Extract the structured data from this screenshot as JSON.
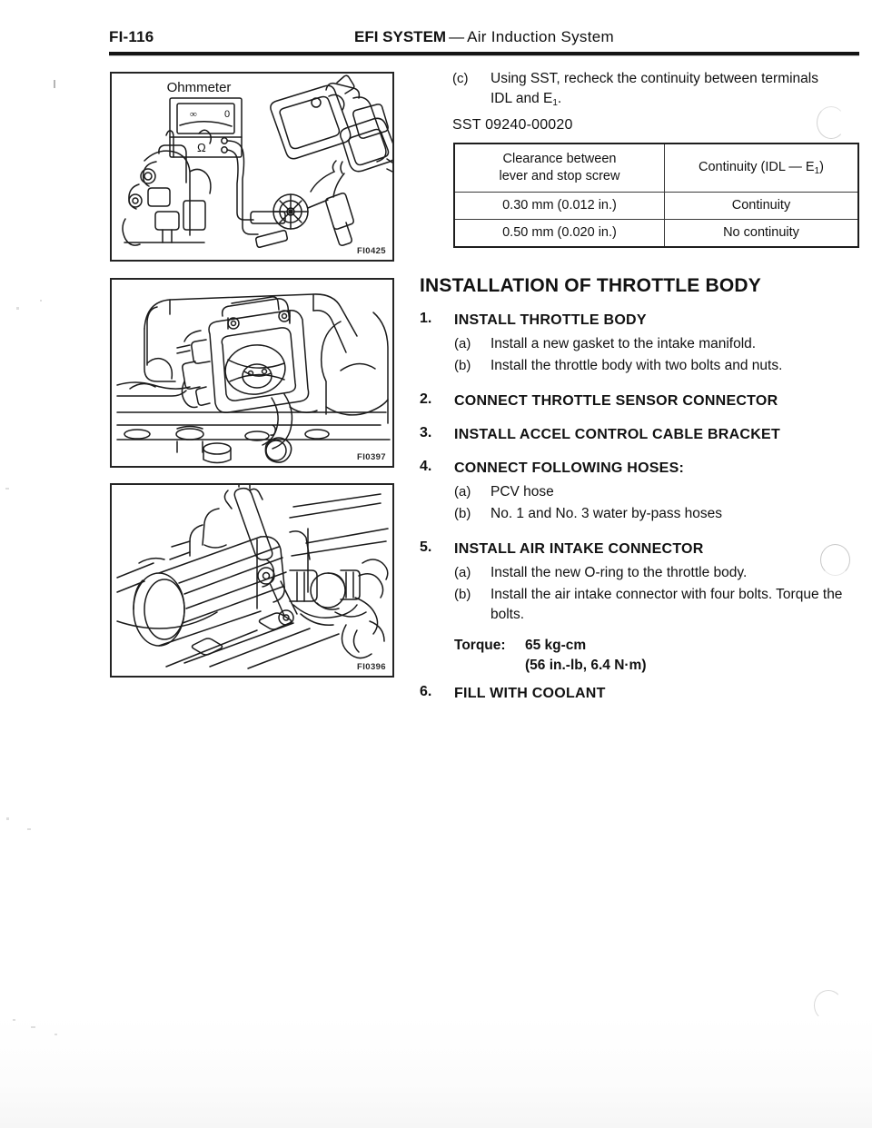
{
  "header": {
    "page_number": "FI-116",
    "title_strong": "EFI SYSTEM",
    "title_dash": "—",
    "title_light": "Air Induction System"
  },
  "figures": [
    {
      "code": "FI0425",
      "caption": "Ohmmeter",
      "meter_infinity": "∞",
      "meter_zero": "0",
      "meter_ohm": "Ω"
    },
    {
      "code": "FI0397"
    },
    {
      "code": "FI0396"
    }
  ],
  "step_c": {
    "label": "(c)",
    "line1": "Using SST, recheck the continuity between terminals",
    "line2_pre": "IDL and E",
    "line2_sub": "1",
    "line2_post": "."
  },
  "sst": "SST 09240-00020",
  "table": {
    "header": {
      "col_a_line1": "Clearance between",
      "col_a_line2": "lever and stop screw",
      "col_b_pre": "Continuity (IDL — E",
      "col_b_sub": "1",
      "col_b_post": ")"
    },
    "rows": [
      {
        "clearance": "0.30 mm (0.012 in.)",
        "continuity": "Continuity"
      },
      {
        "clearance": "0.50 mm (0.020 in.)",
        "continuity": "No continuity"
      }
    ]
  },
  "section_heading": "INSTALLATION OF THROTTLE BODY",
  "steps": [
    {
      "num": "1.",
      "title": "INSTALL THROTTLE BODY",
      "subs": [
        {
          "label": "(a)",
          "text": "Install a new gasket to the intake manifold."
        },
        {
          "label": "(b)",
          "text": "Install the throttle body with two bolts and nuts."
        }
      ]
    },
    {
      "num": "2.",
      "title": "CONNECT THROTTLE SENSOR CONNECTOR",
      "subs": []
    },
    {
      "num": "3.",
      "title": "INSTALL ACCEL CONTROL CABLE BRACKET",
      "subs": []
    },
    {
      "num": "4.",
      "title": "CONNECT FOLLOWING HOSES:",
      "subs": [
        {
          "label": "(a)",
          "text": "PCV hose"
        },
        {
          "label": "(b)",
          "text": "No. 1 and No. 3 water by-pass hoses"
        }
      ]
    },
    {
      "num": "5.",
      "title": "INSTALL AIR INTAKE CONNECTOR",
      "subs": [
        {
          "label": "(a)",
          "text": "Install the new O-ring to the throttle body."
        },
        {
          "label": "(b)",
          "text": "Install the air intake connector with four bolts. Torque the bolts."
        }
      ]
    },
    {
      "num": "6.",
      "title": "FILL WITH COOLANT",
      "subs": []
    }
  ],
  "torque": {
    "label": "Torque:",
    "value_metric": "65 kg-cm",
    "value_alt": "(56 in.-lb, 6.4 N·m)"
  }
}
